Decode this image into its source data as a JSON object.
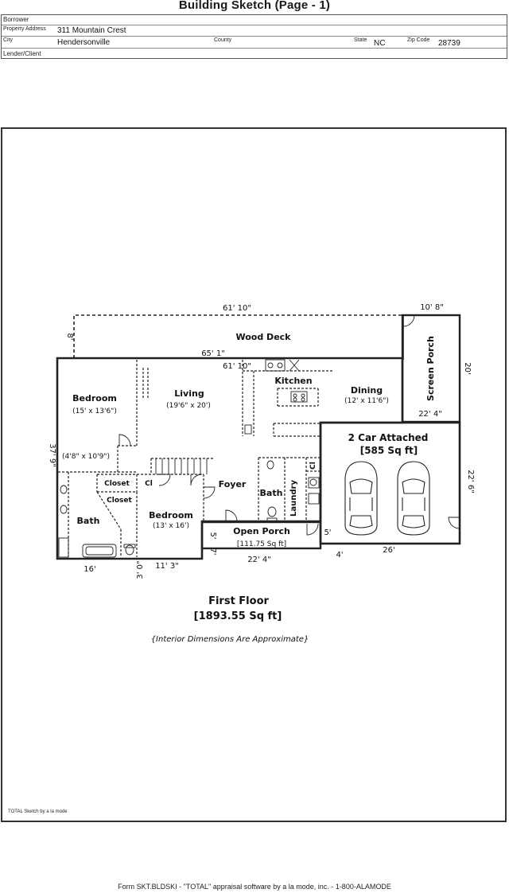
{
  "title": "Building Sketch (Page - 1)",
  "header": {
    "borrower_label": "Borrower",
    "borrower_value": "",
    "address_label": "Property Address",
    "address_value": "311 Mountain Crest",
    "city_label": "City",
    "city_value": "Hendersonville",
    "county_label": "County",
    "county_value": "",
    "state_label": "State",
    "state_value": "NC",
    "zip_label": "Zip Code",
    "zip_value": "28739",
    "lender_label": "Lender/Client",
    "lender_value": ""
  },
  "sketch": {
    "rooms": {
      "wood_deck": "Wood Deck",
      "screen_porch": "Screen Porch",
      "bedroom1": "Bedroom",
      "bedroom1_dim": "(15' x 13'6\")",
      "living": "Living",
      "living_dim": "(19'6\" x 20')",
      "kitchen": "Kitchen",
      "dining": "Dining",
      "dining_dim": "(12' x 11'6\")",
      "garage_line1": "2 Car Attached",
      "garage_line2": "[585 Sq ft]",
      "closet_upper": "Closet",
      "cl_upper": "Cl",
      "closet_lower": "Closet",
      "bath_left": "Bath",
      "bedroom2": "Bedroom",
      "bedroom2_dim": "(13' x 16')",
      "foyer": "Foyer",
      "bath_center": "Bath",
      "laundry": "Laundry",
      "cl_laundry": "Cl",
      "open_porch": "Open Porch",
      "open_porch_area": "[111.75 Sq ft]",
      "small_dim": "(4'8\" x 10'9\")"
    },
    "dimensions": {
      "deck_top": "61' 10\"",
      "deck_left": "8'",
      "porch_top": "10' 8\"",
      "porch_right": "20'",
      "porch_bottom": "22' 4\"",
      "inner_651": "65' 1\"",
      "inner_6110": "61' 10\"",
      "left_side": "37' 9\"",
      "garage_right": "22' 6\"",
      "garage_bottom": "26'",
      "garage_step": "4'",
      "garage_left_5": "5'",
      "bottom_16": "16'",
      "bottom_3": "3' 0\"",
      "bottom_113": "11' 3\"",
      "porch_left_5": "5'",
      "porch_left_7": "7'"
    },
    "floor_label": "First Floor",
    "floor_area": "[1893.55 Sq ft]",
    "note": "{Interior Dimensions Are Approximate}"
  },
  "footer_small": "TOTAL Sketch by a la mode",
  "footer": "Form SKT.BLDSKI - \"TOTAL\" appraisal software by a la mode, inc. - 1-800-ALAMODE"
}
